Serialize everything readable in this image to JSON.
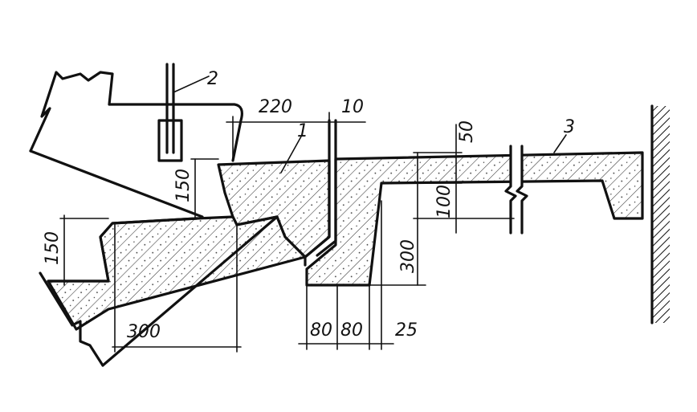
{
  "labels": {
    "item_1": "1",
    "item_2": "2",
    "item_3": "3"
  },
  "dimensions": {
    "d220": "220",
    "d10": "10",
    "d50": "50",
    "d100": "100",
    "d150_upper": "150",
    "d150_lower": "150",
    "d300_vertical": "300",
    "d300_horizontal": "300",
    "d80_a": "80",
    "d80_b": "80",
    "d25": "25"
  }
}
